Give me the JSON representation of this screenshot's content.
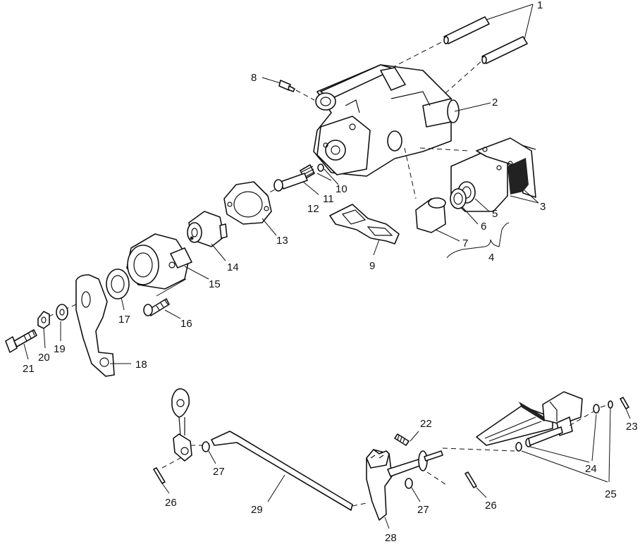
{
  "callouts": [
    {
      "id": "1",
      "text": "1"
    },
    {
      "id": "2",
      "text": "2"
    },
    {
      "id": "3",
      "text": "3"
    },
    {
      "id": "4",
      "text": "4"
    },
    {
      "id": "5",
      "text": "5"
    },
    {
      "id": "6",
      "text": "6"
    },
    {
      "id": "7",
      "text": "7"
    },
    {
      "id": "8",
      "text": "8"
    },
    {
      "id": "9",
      "text": "9"
    },
    {
      "id": "10",
      "text": "10"
    },
    {
      "id": "11",
      "text": "11"
    },
    {
      "id": "12",
      "text": "12"
    },
    {
      "id": "13",
      "text": "13"
    },
    {
      "id": "14",
      "text": "14"
    },
    {
      "id": "15",
      "text": "15"
    },
    {
      "id": "16",
      "text": "16"
    },
    {
      "id": "17",
      "text": "17"
    },
    {
      "id": "18",
      "text": "18"
    },
    {
      "id": "19",
      "text": "19"
    },
    {
      "id": "20",
      "text": "20"
    },
    {
      "id": "21",
      "text": "21"
    },
    {
      "id": "22",
      "text": "22"
    },
    {
      "id": "23",
      "text": "23"
    },
    {
      "id": "24",
      "text": "24"
    },
    {
      "id": "25",
      "text": "25"
    },
    {
      "id": "26a",
      "text": "26"
    },
    {
      "id": "26b",
      "text": "26"
    },
    {
      "id": "27a",
      "text": "27"
    },
    {
      "id": "27b",
      "text": "27"
    },
    {
      "id": "28",
      "text": "28"
    },
    {
      "id": "29",
      "text": "29"
    }
  ]
}
